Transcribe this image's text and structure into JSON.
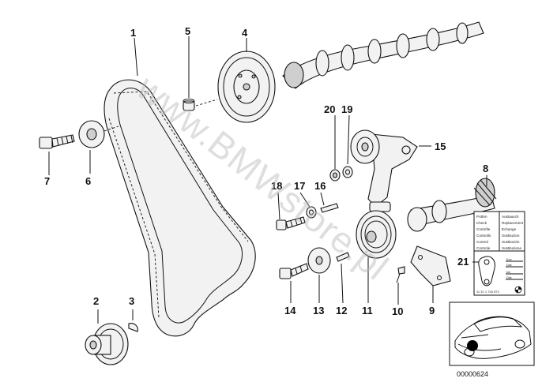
{
  "callouts": [
    "1",
    "2",
    "3",
    "4",
    "5",
    "6",
    "7",
    "8",
    "9",
    "10",
    "11",
    "12",
    "13",
    "14",
    "15",
    "16",
    "17",
    "18",
    "19",
    "20",
    "21"
  ],
  "label_card": {
    "rows": [
      [
        "Prüfen",
        "Austausch"
      ],
      [
        "Check",
        "Replacement"
      ],
      [
        "Contrôle",
        "Echange"
      ],
      [
        "Controllo",
        "Sostituzion"
      ],
      [
        "Control",
        "Sustitución"
      ],
      [
        "Controle",
        "Sostituzione"
      ]
    ],
    "fields": [
      "Km:",
      "Dat:",
      "km",
      "Dat:"
    ],
    "part_code": "11 31 1 726 573"
  },
  "watermark": "www.BMWstore.pl",
  "diagram_id": "00000624"
}
